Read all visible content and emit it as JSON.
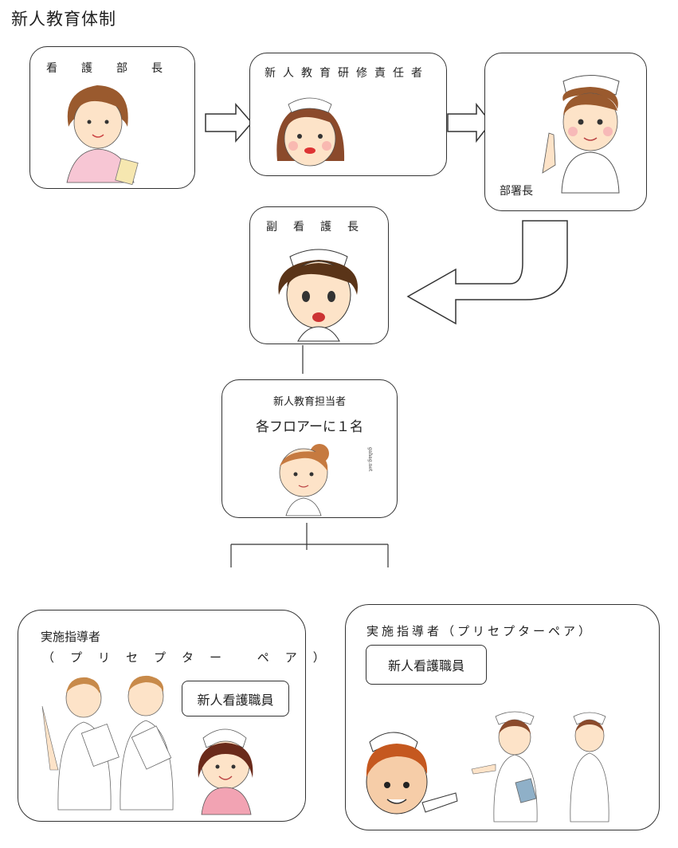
{
  "page": {
    "title": "新人教育体制"
  },
  "nodes": {
    "nursing_director": {
      "label": "看護部長"
    },
    "training_manager": {
      "label": "新人教育研修責任者"
    },
    "dept_head": {
      "label": "部署長"
    },
    "vice_nursing_head": {
      "label": "副看護長"
    },
    "education_staff": {
      "label": "新人教育担当者",
      "sublabel": "各フロアーに１名",
      "credit": "gahag.net"
    },
    "preceptor_left": {
      "label": "実施指導者",
      "sublabel": "（プリセプター ペア）",
      "inner": "新人看護職員"
    },
    "preceptor_right": {
      "label": "実施指導者（プリセプターペア）",
      "inner": "新人看護職員"
    }
  },
  "colors": {
    "line": "#333333",
    "skin": "#fde3c8",
    "hair_brown": "#9a5a2e",
    "pink": "#f4b3c2",
    "white": "#ffffff"
  }
}
